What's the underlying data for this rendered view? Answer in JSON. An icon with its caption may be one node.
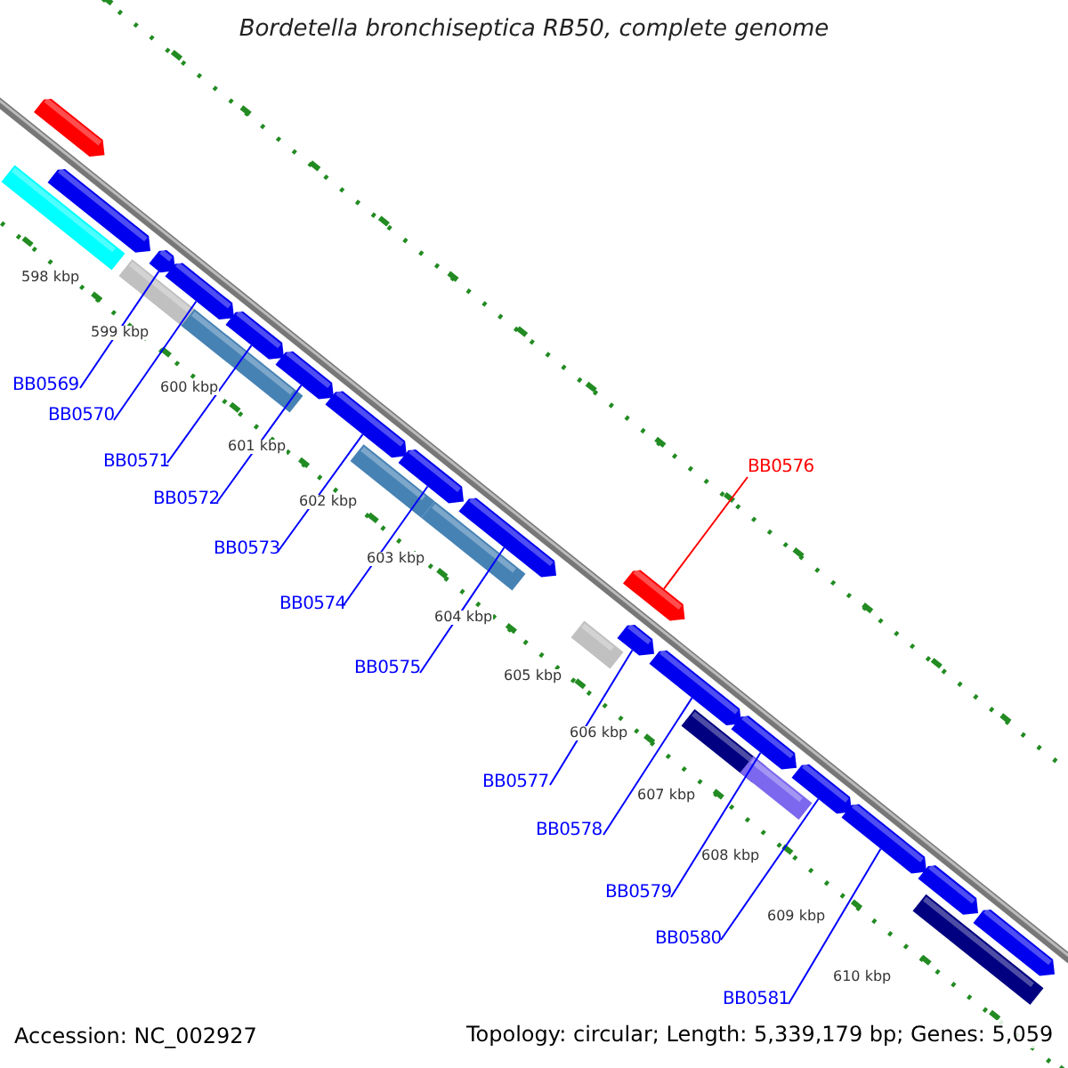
{
  "diagram": {
    "title": "Bordetella bronchiseptica RB50, complete genome",
    "nodes": [
      {
        "text": [
          "BB0569"
        ]
      },
      {
        "text": [
          "BB0570"
        ]
      },
      {
        "text": [
          "BB0571"
        ]
      },
      {
        "text": [
          "BB0576"
        ]
      },
      {
        "text": [
          "BB0572"
        ]
      },
      {
        "text": [
          "BB0573"
        ]
      },
      {
        "text": [
          "BB0574"
        ]
      },
      {
        "text": [
          "BB0575"
        ]
      },
      {
        "text": [
          "BB0577"
        ]
      },
      {
        "text": [
          "BB0578"
        ]
      },
      {
        "text": [
          "BB0579"
        ]
      },
      {
        "text": [
          "BB0580"
        ]
      },
      {
        "text": [
          "BB0581"
        ]
      },
      {
        "text": [],
        "shape": "bar"
      },
      {
        "text": [],
        "shape": "bar"
      },
      {
        "text": [],
        "shape": "bar"
      },
      {
        "text": [],
        "shape": "bar"
      },
      {
        "text": [],
        "shape": "bar"
      },
      {
        "text": [],
        "shape": "bar"
      },
      {
        "text": [],
        "shape": "bar"
      },
      {
        "text": [],
        "shape": "bar"
      },
      {
        "text": [],
        "shape": "bar"
      },
      {
        "text": [],
        "shape": "bar"
      },
      {
        "text": [],
        "shape": "bar"
      },
      {
        "text": [],
        "shape": "bar"
      },
      {
        "text": [],
        "shape": "bar"
      },
      {
        "text": [],
        "shape": "bar"
      },
      {
        "text": [],
        "shape": "bar"
      },
      {
        "text": [],
        "shape": "bar"
      },
      {
        "text": [],
        "shape": "bar"
      }
    ],
    "edges": [
      {
        "from": 0,
        "to": 15,
        "arrow": "none"
      },
      {
        "from": 1,
        "to": 16,
        "arrow": "none"
      },
      {
        "from": 2,
        "to": 17,
        "arrow": "none"
      },
      {
        "from": 3,
        "to": 22,
        "arrow": "none",
        "color": "#ff0000"
      },
      {
        "from": 4,
        "to": 18,
        "arrow": "none"
      },
      {
        "from": 5,
        "to": 19,
        "arrow": "none"
      },
      {
        "from": 6,
        "to": 20,
        "arrow": "none"
      },
      {
        "from": 7,
        "to": 21,
        "arrow": "none"
      },
      {
        "from": 8,
        "to": 23,
        "arrow": "none"
      },
      {
        "from": 9,
        "to": 24,
        "arrow": "none"
      },
      {
        "from": 10,
        "to": 25,
        "arrow": "none"
      },
      {
        "from": 11,
        "to": 26,
        "arrow": "none"
      },
      {
        "from": 12,
        "to": 27,
        "arrow": "none"
      }
    ],
    "labels": [
      "598 kbp",
      "599 kbp",
      "600 kbp",
      "601 kbp",
      "602 kbp",
      "603 kbp",
      "604 kbp",
      "605 kbp",
      "606 kbp",
      "607 kbp",
      "608 kbp",
      "609 kbp",
      "610 kbp",
      "Accession: NC_002927",
      "Topology: circular; Length: 5,339,179 bp; Genes: 5,059"
    ]
  }
}
